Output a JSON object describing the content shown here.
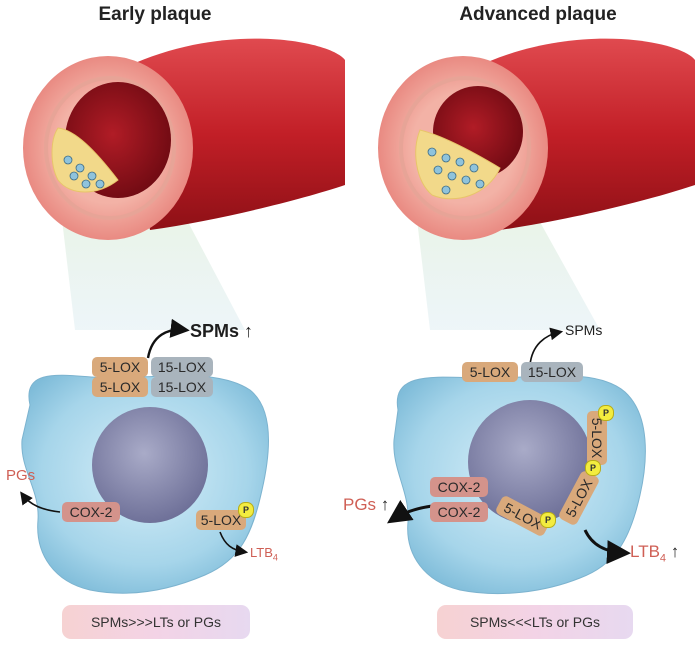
{
  "panels": {
    "left": {
      "title": "Early plaque",
      "enzymes_top": [
        "5-LOX",
        "15-LOX",
        "5-LOX",
        "15-LOX"
      ],
      "cox": "COX-2",
      "lox_p": "5-LOX",
      "p_badge": "P",
      "spms": "SPMs",
      "pgs": "PGs",
      "ltb": "LTB",
      "ltb_sub": "4",
      "up_arrow": "↑",
      "summary": "SPMs>>>LTs or PGs"
    },
    "right": {
      "title": "Advanced plaque",
      "enzymes_top": [
        "5-LOX",
        "15-LOX"
      ],
      "cox_1": "COX-2",
      "cox_2": "COX-2",
      "lox_rot_1": "5-LOX",
      "lox_rot_2": "5-LOX",
      "lox_rot_3": "5-LOX",
      "p_badge": "P",
      "spms": "SPMs",
      "pgs": "PGs",
      "ltb": "LTB",
      "ltb_sub": "4",
      "up_arrow": "↑",
      "summary": "SPMs<<<LTs or PGs"
    }
  },
  "colors": {
    "artery_outer": "#c8242b",
    "artery_lumen": "#8a0f18",
    "plaque": "#f2d98a",
    "cell": "#9ed0e8",
    "nucleus": "#8a8cb0",
    "lox": "#d9a97b",
    "lox15": "#a9b4bd",
    "cox": "#d4938b",
    "red_text": "#cf5f55"
  }
}
